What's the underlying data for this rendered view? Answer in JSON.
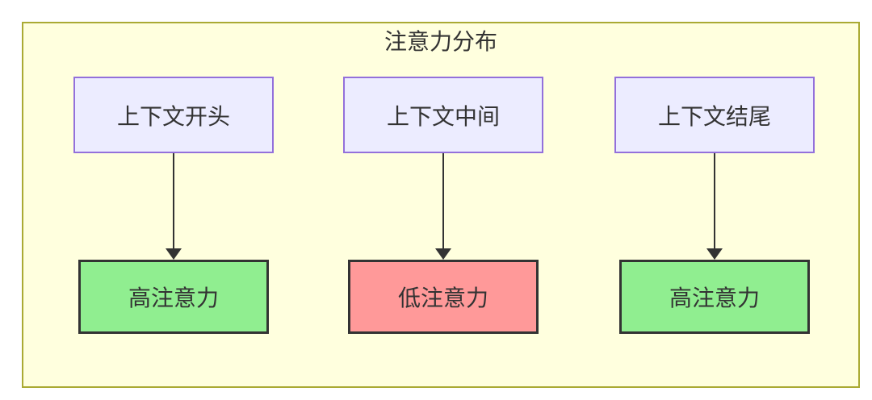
{
  "diagram": {
    "type": "flowchart",
    "title": "注意力分布",
    "columns": [
      {
        "source": "上下文开头",
        "target": "高注意力",
        "target_type": "high"
      },
      {
        "source": "上下文中间",
        "target": "低注意力",
        "target_type": "low"
      },
      {
        "source": "上下文结尾",
        "target": "高注意力",
        "target_type": "high"
      }
    ],
    "colors": {
      "container_bg": "#ffffde",
      "container_border": "#aaaa33",
      "source_bg": "#ECECFF",
      "source_border": "#9370DB",
      "high_bg": "#90EE90",
      "low_bg": "#FF9999",
      "target_border": "#333333",
      "text": "#333333",
      "arrow": "#333333"
    }
  }
}
